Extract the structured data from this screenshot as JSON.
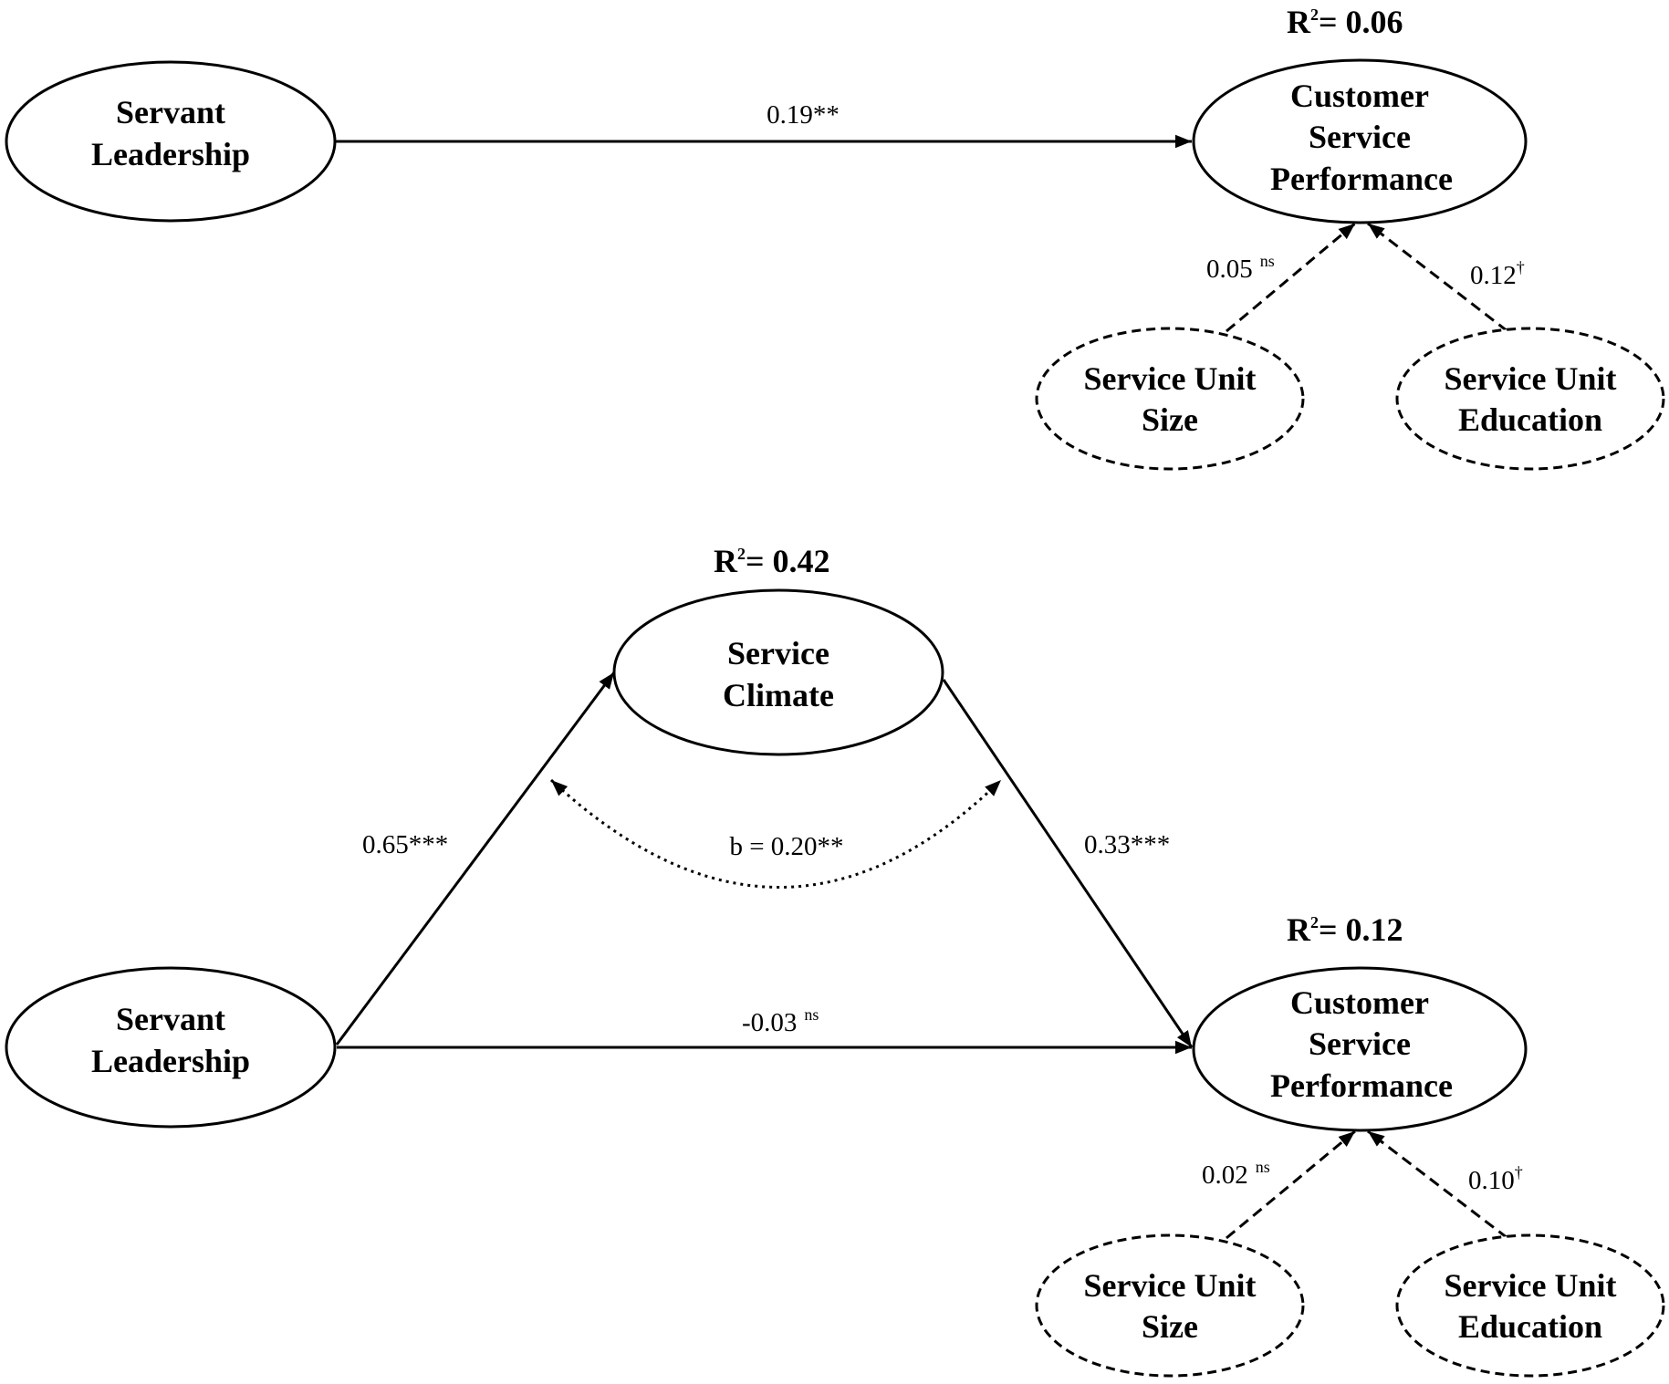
{
  "model1": {
    "servant_leadership": {
      "line1": "Servant",
      "line2": "Leadership"
    },
    "csp": {
      "line1": "Customer",
      "line2": "Service",
      "line3": "Performance"
    },
    "csp_r2": {
      "base": "R",
      "sup": "2",
      "value": "=  0.06"
    },
    "size": {
      "line1": "Service Unit",
      "line2": "Size"
    },
    "education": {
      "line1": "Service Unit",
      "line2": "Education"
    },
    "path_sl_csp": "0.19**",
    "path_size_csp": {
      "value": "0.05",
      "sup": "ns"
    },
    "path_edu_csp": {
      "value": "0.12",
      "sup": "†"
    }
  },
  "model2": {
    "service_climate": {
      "line1": "Service",
      "line2": "Climate"
    },
    "climate_r2": {
      "base": "R",
      "sup": "2",
      "value": "= 0.42"
    },
    "servant_leadership": {
      "line1": "Servant",
      "line2": "Leadership"
    },
    "csp": {
      "line1": "Customer",
      "line2": "Service",
      "line3": "Performance"
    },
    "csp_r2": {
      "base": "R",
      "sup": "2",
      "value": "=  0.12"
    },
    "size": {
      "line1": "Service Unit",
      "line2": "Size"
    },
    "education": {
      "line1": "Service Unit",
      "line2": "Education"
    },
    "path_sl_climate": "0.65***",
    "path_climate_csp": "0.33***",
    "indirect": "b = 0.20**",
    "path_sl_csp": {
      "value": "-0.03",
      "sup": "ns"
    },
    "path_size_csp": {
      "value": "0.02",
      "sup": "ns"
    },
    "path_edu_csp": {
      "value": "0.10",
      "sup": "†"
    }
  }
}
